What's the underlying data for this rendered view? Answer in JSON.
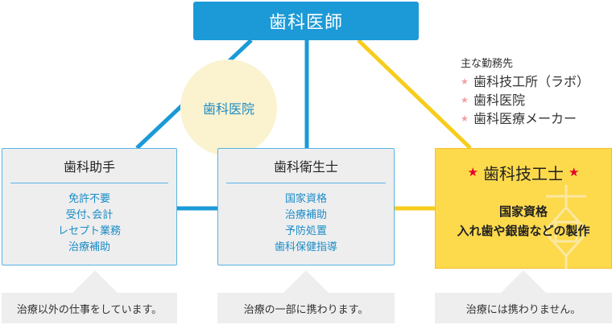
{
  "top": {
    "title": "歯科医師"
  },
  "circle": {
    "label": "歯科医院"
  },
  "workplaces": {
    "heading": "主な勤務先",
    "items": [
      "歯科技工所（ラボ）",
      "歯科医院",
      "歯科医療メーカー"
    ]
  },
  "cards": [
    {
      "title": "歯科助手",
      "duties": [
        "免許不要",
        "受付､会計",
        "レセプト業務",
        "治療補助"
      ]
    },
    {
      "title": "歯科衛生士",
      "duties": [
        "国家資格",
        "治療補助",
        "予防処置",
        "歯科保健指導"
      ]
    }
  ],
  "technician": {
    "title": "歯科技工士",
    "license": "国家資格",
    "job": "入れ歯や銀歯などの製作"
  },
  "notes": [
    "治療以外の仕事をしています。",
    "治療の一部に携わります。",
    "治療には携わりません。"
  ],
  "colors": {
    "blue": "#1b9ad7",
    "yellow": "#fdd94c",
    "star": "#e8002a"
  }
}
